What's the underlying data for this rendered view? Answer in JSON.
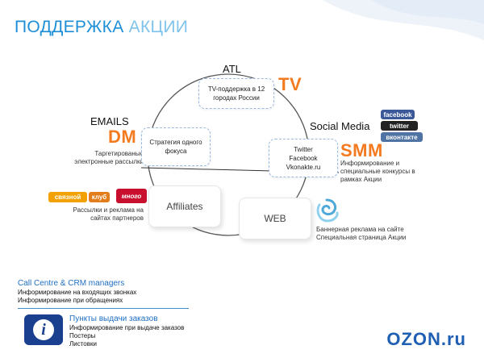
{
  "title": {
    "part1": "ПОДДЕРЖКА",
    "part2": "АКЦИИ"
  },
  "colors": {
    "title_blue": "#1e8fd6",
    "accent_orange": "#f47a1f",
    "ozon_blue": "#1e5fb3"
  },
  "center": {
    "text": "Стратегия одного фокуса"
  },
  "atl": {
    "category": "ATL",
    "abbr": "TV",
    "node_text": "TV-поддержка в 12 городах России"
  },
  "emails": {
    "category": "EMAILS",
    "abbr": "DM",
    "desc": "Таргетированые электронные рассылки"
  },
  "social": {
    "category": "Social Media",
    "abbr": "SMM",
    "node_lines": [
      "Twitter",
      "Facebook",
      "Vkonakte.ru"
    ],
    "desc": "Информирование и специальные конкурсы в рамках Акции",
    "logos": [
      "facebook",
      "twitter",
      "вконтакте"
    ]
  },
  "affiliates": {
    "label": "Affiliates",
    "desc": "Рассылки и реклама на сайтах партнеров",
    "logos": [
      "связной",
      "клуб",
      "много"
    ]
  },
  "web": {
    "label": "WEB",
    "desc": "Баннерная реклама на сайте Специальная страница Акции"
  },
  "call_centre": {
    "title": "Call Centre & CRM managers",
    "lines": [
      "Информирование на входящих звонках",
      "Информирование при обращениях"
    ]
  },
  "pickup": {
    "title": "Пункты выдачи заказов",
    "lines": [
      "Информирование при выдаче заказов",
      "Постеры",
      "Листовки"
    ]
  },
  "footer_logo": {
    "text": "OZON.ru"
  }
}
